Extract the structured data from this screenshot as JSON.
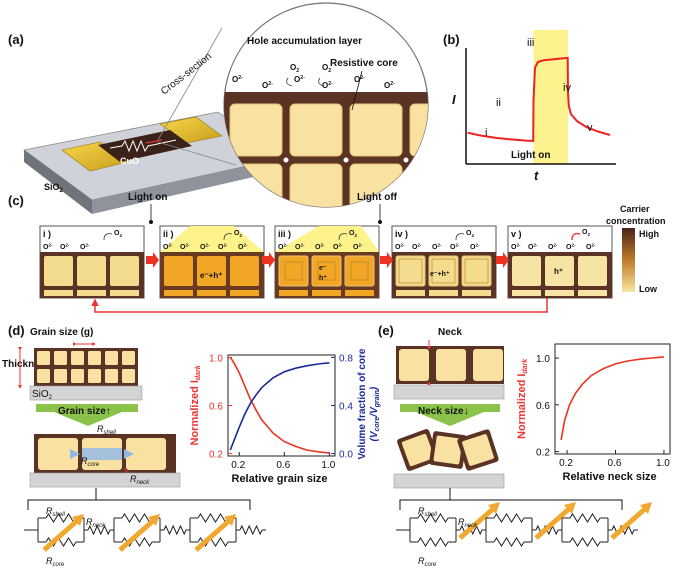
{
  "panels": {
    "a": {
      "label": "(a)",
      "hole_layer": "Hole accumulation layer",
      "cross_section": "Cross-section",
      "resistive_core": "Resistive core",
      "cuo": "CuO",
      "sio2": "SiO",
      "sio2_sub": "2",
      "o2": "O",
      "o2_sub": "2",
      "o2_ion": "O",
      "o2_ion_sup": "2-"
    },
    "b": {
      "label": "(b)",
      "ylabel": "I",
      "xlabel": "t",
      "stage_i": "i",
      "stage_ii": "ii",
      "stage_iii": "iii",
      "stage_iv": "iv",
      "stage_v": "v",
      "light_on": "Light on"
    },
    "c": {
      "label": "(c)",
      "light_on": "Light on",
      "light_off": "Light off",
      "stages": [
        "i )",
        "ii )",
        "iii )",
        "iv )",
        "v )"
      ],
      "eh": "e⁻+h⁺",
      "hplus": "h⁺",
      "eminus": "e⁻",
      "legend_title_1": "Carrier",
      "legend_title_2": "concentration",
      "legend_high": "High",
      "legend_low": "Low"
    },
    "d": {
      "label": "(d)",
      "grain_size": "Grain size (g)",
      "thickness": "Thickness",
      "sio2": "SiO",
      "sio2_sub": "2",
      "grain_arrow": "Grain size↑",
      "r_shell": "R",
      "r_shell_sub": "shell",
      "r_core": "R",
      "r_core_sub": "core",
      "r_neck": "R",
      "r_neck_sub": "neck"
    },
    "e": {
      "label": "(e)",
      "neck": "Neck",
      "neck_arrow": "Neck size↓",
      "r_shell": "R",
      "r_shell_sub": "shell",
      "r_core": "R",
      "r_core_sub": "core",
      "r_neck": "R",
      "r_neck_sub": "neck"
    }
  },
  "chart_data": [
    {
      "type": "line",
      "panel": "d",
      "xlabel": "Relative grain size",
      "ylabel_left": "Normalized I",
      "ylabel_left_sub": "dark",
      "ylabel_right": "Volume fraction of core",
      "ylabel_right_sub": "(V",
      "ylabel_right_core": "core",
      "ylabel_right_mid": "/V",
      "ylabel_right_grain": "grain",
      "ylabel_right_end": ")",
      "xlim": [
        0.1,
        1.05
      ],
      "ylim_left": [
        0.18,
        1.02
      ],
      "ylim_right": [
        -0.02,
        0.82
      ],
      "xticks": [
        0.2,
        0.6,
        1.0
      ],
      "xtick_labels": [
        "0.2",
        "0.6",
        "1.0"
      ],
      "yticks_left": [
        0.2,
        0.6,
        1.0
      ],
      "ytick_labels_left": [
        "0.2",
        "0.6",
        "1.0"
      ],
      "yticks_right": [
        0.0,
        0.4,
        0.8
      ],
      "ytick_labels_right": [
        "0.0",
        "0.4",
        "0.8"
      ],
      "series": [
        {
          "axis": "left",
          "color": "#ee3322",
          "x": [
            0.12,
            0.15,
            0.2,
            0.25,
            0.3,
            0.35,
            0.4,
            0.5,
            0.6,
            0.7,
            0.8,
            0.9,
            1.0
          ],
          "values": [
            1.0,
            0.96,
            0.87,
            0.76,
            0.65,
            0.56,
            0.48,
            0.37,
            0.3,
            0.26,
            0.23,
            0.215,
            0.205
          ]
        },
        {
          "axis": "right",
          "color": "#1a2a99",
          "x": [
            0.12,
            0.15,
            0.2,
            0.25,
            0.3,
            0.35,
            0.4,
            0.5,
            0.6,
            0.7,
            0.8,
            0.9,
            1.0
          ],
          "values": [
            0.03,
            0.1,
            0.22,
            0.33,
            0.42,
            0.49,
            0.55,
            0.63,
            0.68,
            0.71,
            0.73,
            0.745,
            0.755
          ]
        }
      ]
    },
    {
      "type": "line",
      "panel": "e",
      "xlabel": "Relative neck size",
      "ylabel": "Normalized I",
      "ylabel_sub": "dark",
      "xlim": [
        0.1,
        1.05
      ],
      "ylim": [
        0.18,
        1.12
      ],
      "xticks": [
        0.2,
        0.6,
        1.0
      ],
      "xtick_labels": [
        "0.2",
        "0.6",
        "1.0"
      ],
      "yticks": [
        0.2,
        0.6,
        1.0
      ],
      "ytick_labels": [
        "0.2",
        "0.6",
        "1.0"
      ],
      "series": [
        {
          "color": "#ee3322",
          "x": [
            0.15,
            0.18,
            0.22,
            0.27,
            0.33,
            0.4,
            0.5,
            0.6,
            0.7,
            0.8,
            0.9,
            1.0
          ],
          "values": [
            0.3,
            0.47,
            0.6,
            0.7,
            0.78,
            0.85,
            0.91,
            0.95,
            0.975,
            0.99,
            1.0,
            1.01
          ]
        }
      ]
    },
    {
      "type": "line",
      "panel": "b",
      "xlabel": "t",
      "ylabel": "I",
      "xlim": [
        0,
        10
      ],
      "ylim": [
        0,
        10
      ],
      "light_on_span": [
        4.5,
        6.8
      ],
      "series": [
        {
          "color": "#ee2222",
          "x": [
            0.1,
            1.0,
            2.0,
            3.0,
            4.0,
            4.48,
            4.5,
            4.6,
            4.8,
            5.2,
            6.0,
            6.78,
            6.8,
            6.85,
            7.0,
            7.4,
            8.0,
            8.8,
            9.6
          ],
          "values": [
            2.7,
            2.45,
            2.25,
            2.12,
            2.02,
            1.98,
            5.5,
            8.3,
            8.8,
            8.95,
            9.05,
            9.15,
            6.2,
            5.0,
            4.3,
            3.7,
            3.2,
            2.8,
            2.5
          ]
        }
      ]
    }
  ]
}
